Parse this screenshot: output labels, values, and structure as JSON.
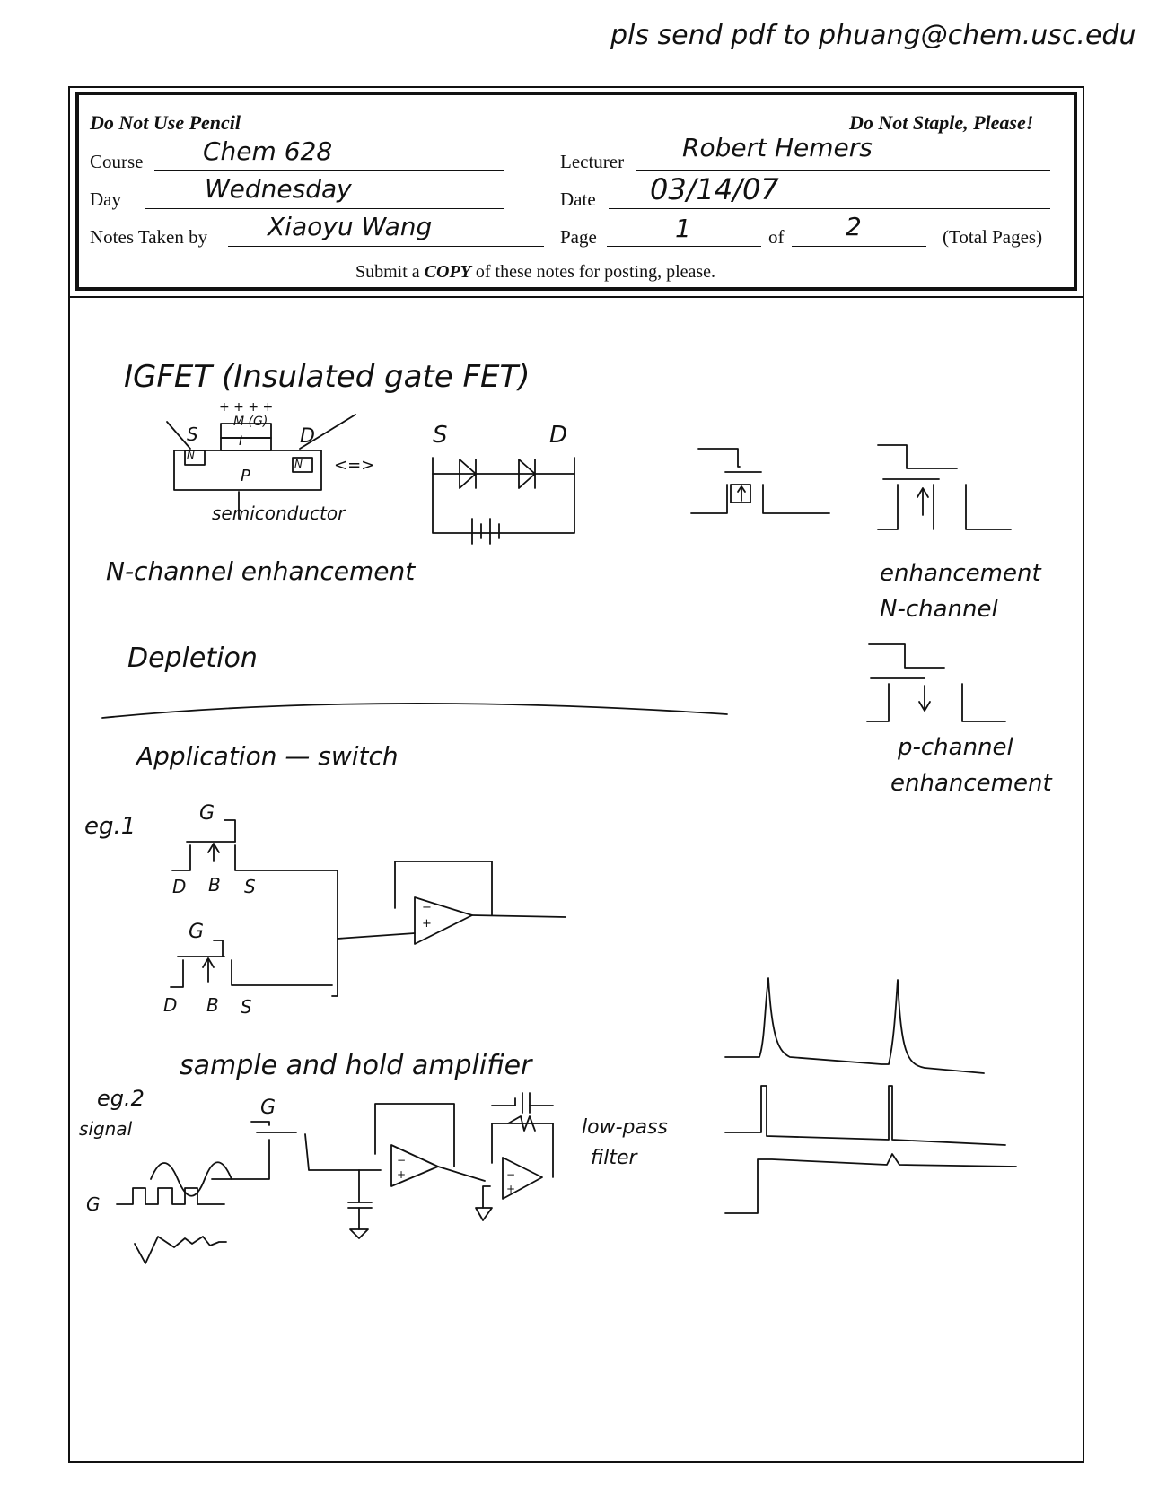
{
  "top_note": "pls send pdf to phuang@chem.usc.edu",
  "form": {
    "no_pencil": "Do Not Use Pencil",
    "no_staple": "Do Not Staple, Please!",
    "course_label": "Course",
    "course_value": "Chem 628",
    "lecturer_label": "Lecturer",
    "lecturer_value": "Robert Hemers",
    "day_label": "Day",
    "day_value": "Wednesday",
    "date_label": "Date",
    "date_value": "03/14/07",
    "notes_label": "Notes Taken by",
    "notes_value": "Xiaoyu Wang",
    "page_label": "Page",
    "page_value": "1",
    "of_label": "of",
    "of_value": "2",
    "total_label": "(Total Pages)",
    "submit_pre": "Submit a",
    "submit_copy": "COPY",
    "submit_post": "of these notes for posting, please."
  },
  "notes": {
    "title": "IGFET (Insulated gate FET)",
    "plus_signs": "+ + + +",
    "gate_label": "M (G)",
    "insulator_label": "I",
    "source_label": "S",
    "drain_label": "D",
    "n_label": "N",
    "p_label": "P",
    "semiconductor": "semiconductor",
    "equiv_arrow": "<=>",
    "diode_s": "S",
    "diode_d": "D",
    "n_channel": "N-channel enhancement",
    "enh_n_1": "enhancement",
    "enh_n_2": "N-channel",
    "depletion": "Depletion",
    "p_ch_1": "p-channel",
    "p_ch_2": "enhancement",
    "application": "Application — switch",
    "eg1": "eg.1",
    "g1": "G",
    "d1": "D",
    "b1": "B",
    "s1": "S",
    "g2": "G",
    "d2": "D",
    "b2": "B",
    "s2": "S",
    "sample_hold": "sample and hold amplifier",
    "eg2": "eg.2",
    "signal": "signal",
    "g3": "G",
    "g4": "G",
    "lowpass_1": "low-pass",
    "lowpass_2": "filter",
    "opamp_minus": "−",
    "opamp_plus": "+"
  }
}
